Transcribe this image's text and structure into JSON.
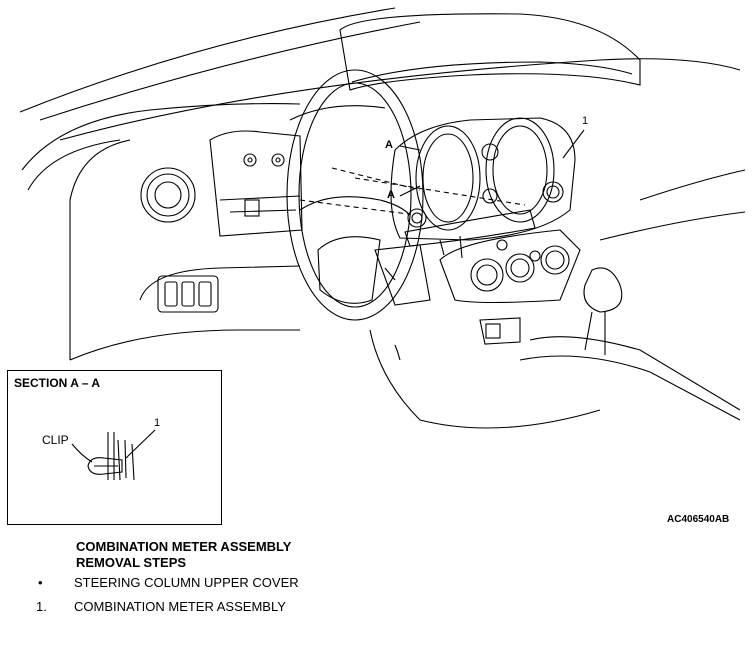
{
  "figure": {
    "callout_main": "1",
    "callout_a1": "A",
    "callout_a2": "A",
    "code": "AC406540AB"
  },
  "section": {
    "title": "SECTION A – A",
    "clip_label": "CLIP",
    "callout": "1"
  },
  "steps": {
    "heading_line1": "COMBINATION METER ASSEMBLY",
    "heading_line2": "REMOVAL STEPS",
    "items": [
      {
        "marker": "•",
        "text": "STEERING COLUMN UPPER COVER"
      },
      {
        "marker": "1.",
        "text": "COMBINATION METER ASSEMBLY"
      }
    ]
  }
}
